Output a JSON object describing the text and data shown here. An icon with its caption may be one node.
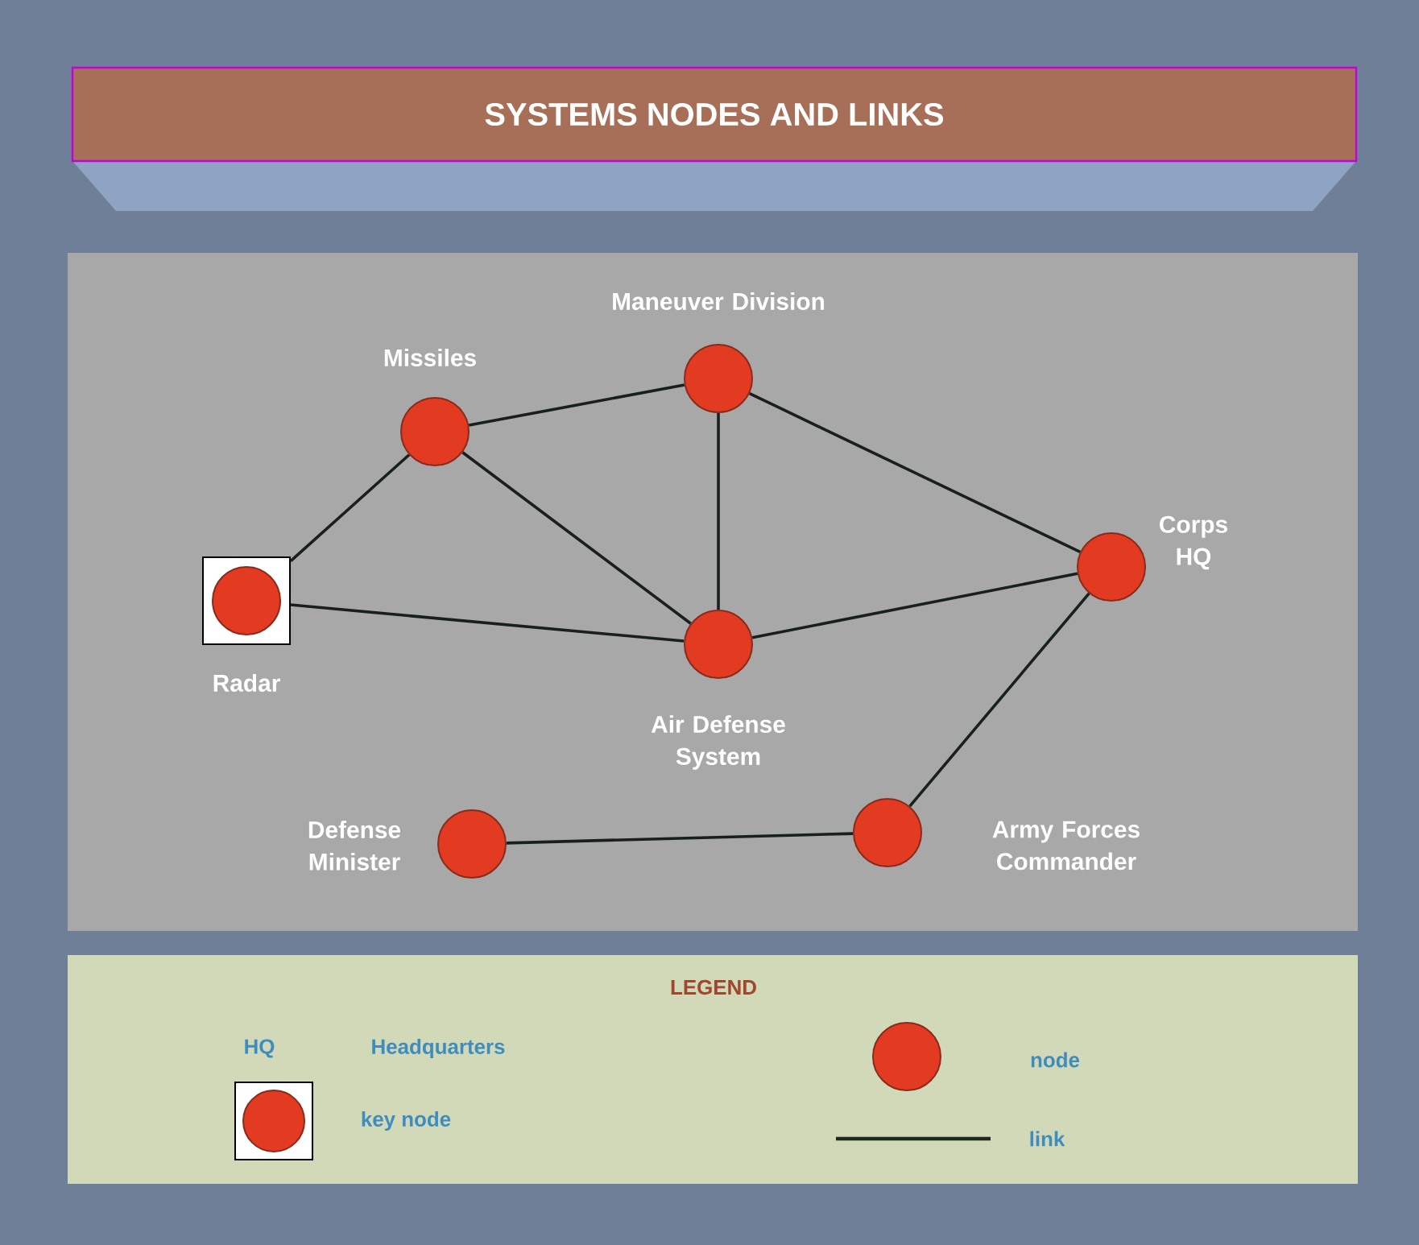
{
  "diagram": {
    "title": "SYSTEMS NODES AND LINKS",
    "nodes": [
      {
        "text": [
          "Maneuver Division"
        ]
      },
      {
        "text": [
          "Missiles"
        ]
      },
      {
        "text": [
          "Corps HQ"
        ]
      },
      {
        "text": [],
        "shape": "box"
      },
      {
        "text": [
          "Radar"
        ],
        "in": 3
      },
      {
        "text": [
          "Air Defense System"
        ]
      },
      {
        "text": [
          "Defense Minister"
        ]
      },
      {
        "text": [
          "Army Forces Commander"
        ]
      }
    ],
    "edges": [
      {
        "from": 1,
        "to": 0,
        "arrow": "none"
      },
      {
        "from": 1,
        "to": 3,
        "arrow": "none"
      },
      {
        "from": 1,
        "to": 5,
        "arrow": "none"
      },
      {
        "from": 0,
        "to": 5,
        "arrow": "none"
      },
      {
        "from": 0,
        "to": 2,
        "arrow": "none"
      },
      {
        "from": 3,
        "to": 5,
        "arrow": "none"
      },
      {
        "from": 5,
        "to": 2,
        "arrow": "none"
      },
      {
        "from": 2,
        "to": 7,
        "arrow": "none"
      },
      {
        "from": 6,
        "to": 7,
        "arrow": "none"
      }
    ],
    "labels": [
      "LEGEND",
      "HQ",
      "Headquarters"
    ],
    "legend": [
      {
        "text": "key node"
      },
      {
        "text": "node"
      },
      {
        "text": "link"
      }
    ]
  }
}
